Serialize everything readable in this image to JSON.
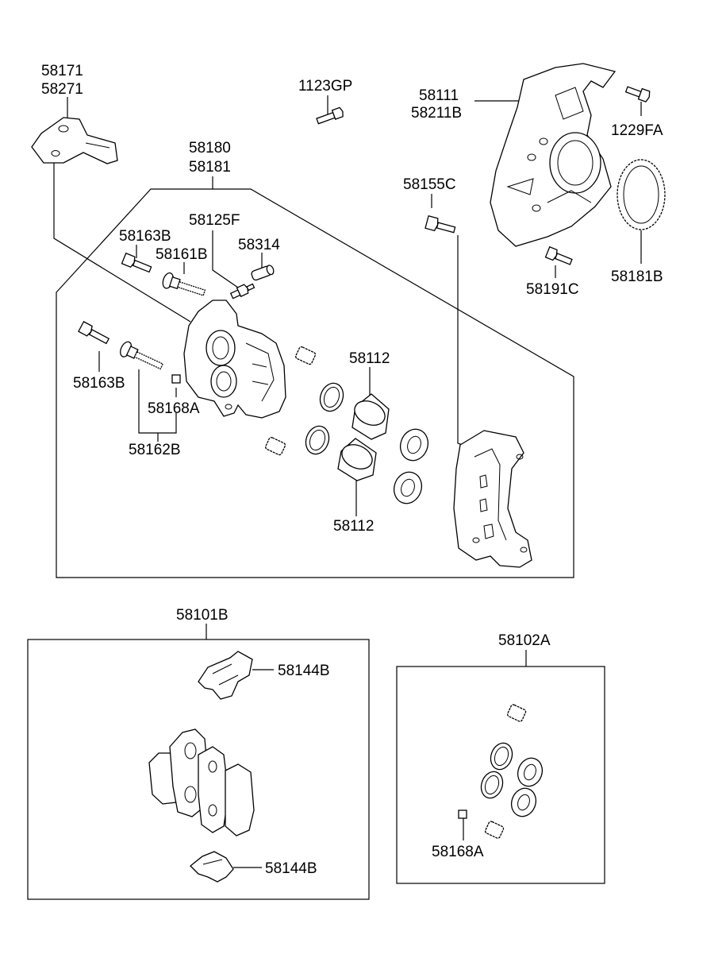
{
  "labels": {
    "bracket_upper": "58171",
    "bracket_lower": "58271",
    "bolt_top": "1123GP",
    "shield_upper": "58111",
    "shield_lower": "58211B",
    "shield_bolt": "1229FA",
    "caliper_upper": "58180",
    "caliper_lower": "58181",
    "carrier_bolt": "58155C",
    "bleeder": "58125F",
    "bleeder_cap": "58314",
    "guide_bolt_top": "58163B",
    "pin_top": "58161B",
    "guide_bolt_mid": "58163B",
    "piston_top": "58112",
    "plug": "58168A",
    "pin_set": "58162B",
    "piston_bottom": "58112",
    "shield_bolt_lower": "58191C",
    "tone_ring": "58181B",
    "pad_kit": "58101B",
    "clip_top": "58144B",
    "clip_bottom": "58144B",
    "seal_kit": "58102A",
    "seal_kit_plug": "58168A"
  }
}
